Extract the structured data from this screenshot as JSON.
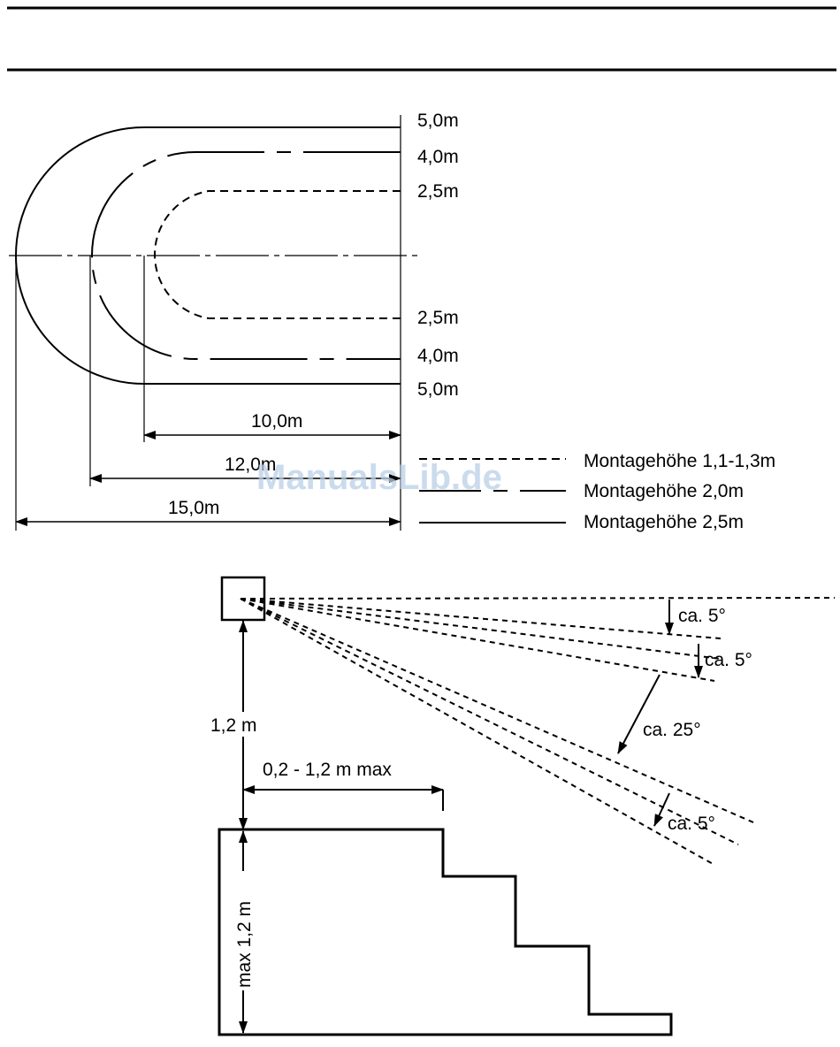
{
  "coverage_diagram": {
    "ring_labels_top": [
      "5,0m",
      "4,0m",
      "2,5m"
    ],
    "ring_labels_bottom": [
      "2,5m",
      "4,0m",
      "5,0m"
    ],
    "distances": [
      "10,0m",
      "12,0m",
      "15,0m"
    ],
    "legend": [
      {
        "style": "dashed",
        "label": "Montagehöhe 1,1-1,3m"
      },
      {
        "style": "dash-gap",
        "label": "Montagehöhe 2,0m"
      },
      {
        "style": "solid",
        "label": "Montagehöhe 2,5m"
      }
    ]
  },
  "mounting_diagram": {
    "height_label": "1,2 m",
    "distance_label": "0,2 - 1,2 m max",
    "object_height_label": "max 1,2 m",
    "angle_labels": [
      "ca. 5°",
      "ca. 5°",
      "ca. 25°",
      "ca. 5°"
    ]
  },
  "watermark": "ManualsLib.de"
}
